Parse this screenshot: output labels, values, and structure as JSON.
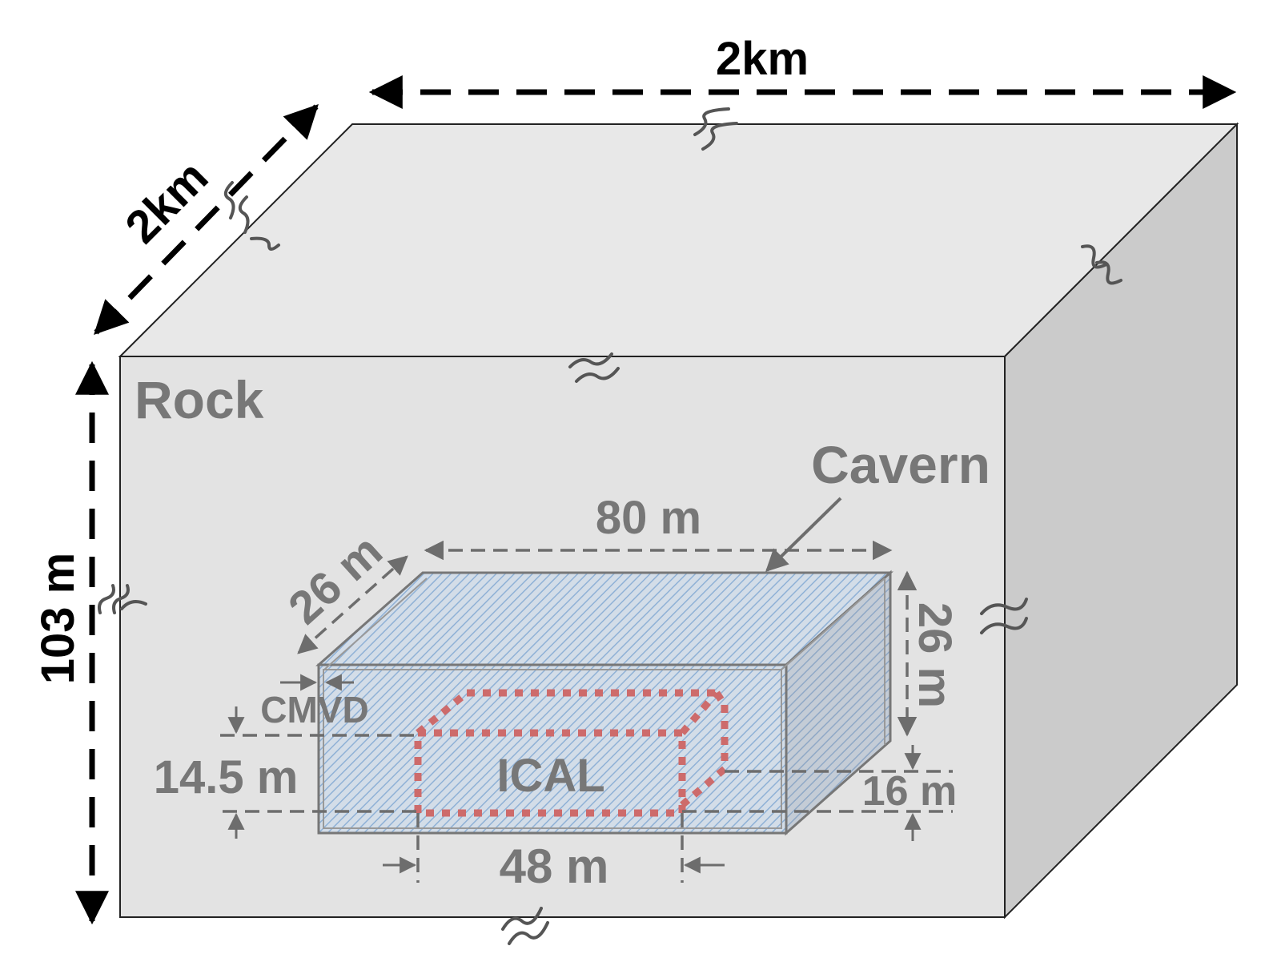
{
  "labels": {
    "top_width": "2km",
    "depth": "2km",
    "height": "103 m",
    "rock": "Rock",
    "cavern": "Cavern",
    "cavern_length": "80 m",
    "cavern_depth": "26 m",
    "cavern_height": "26 m",
    "cmvd": "CMVD",
    "ical_height": "14.5 m",
    "ical": "ICAL",
    "ical_depth": "16 m",
    "ical_length": "48 m"
  },
  "colors": {
    "rock_front": "#e3e3e3",
    "rock_top": "#e8e8e8",
    "rock_side": "#cbcbcb",
    "cavern_front": "#cdd9e6",
    "cavern_hatch": "#8fb1d6",
    "ical_outline": "#cd6b6b",
    "grey_text": "#777777",
    "dimension_black": "#000000"
  }
}
